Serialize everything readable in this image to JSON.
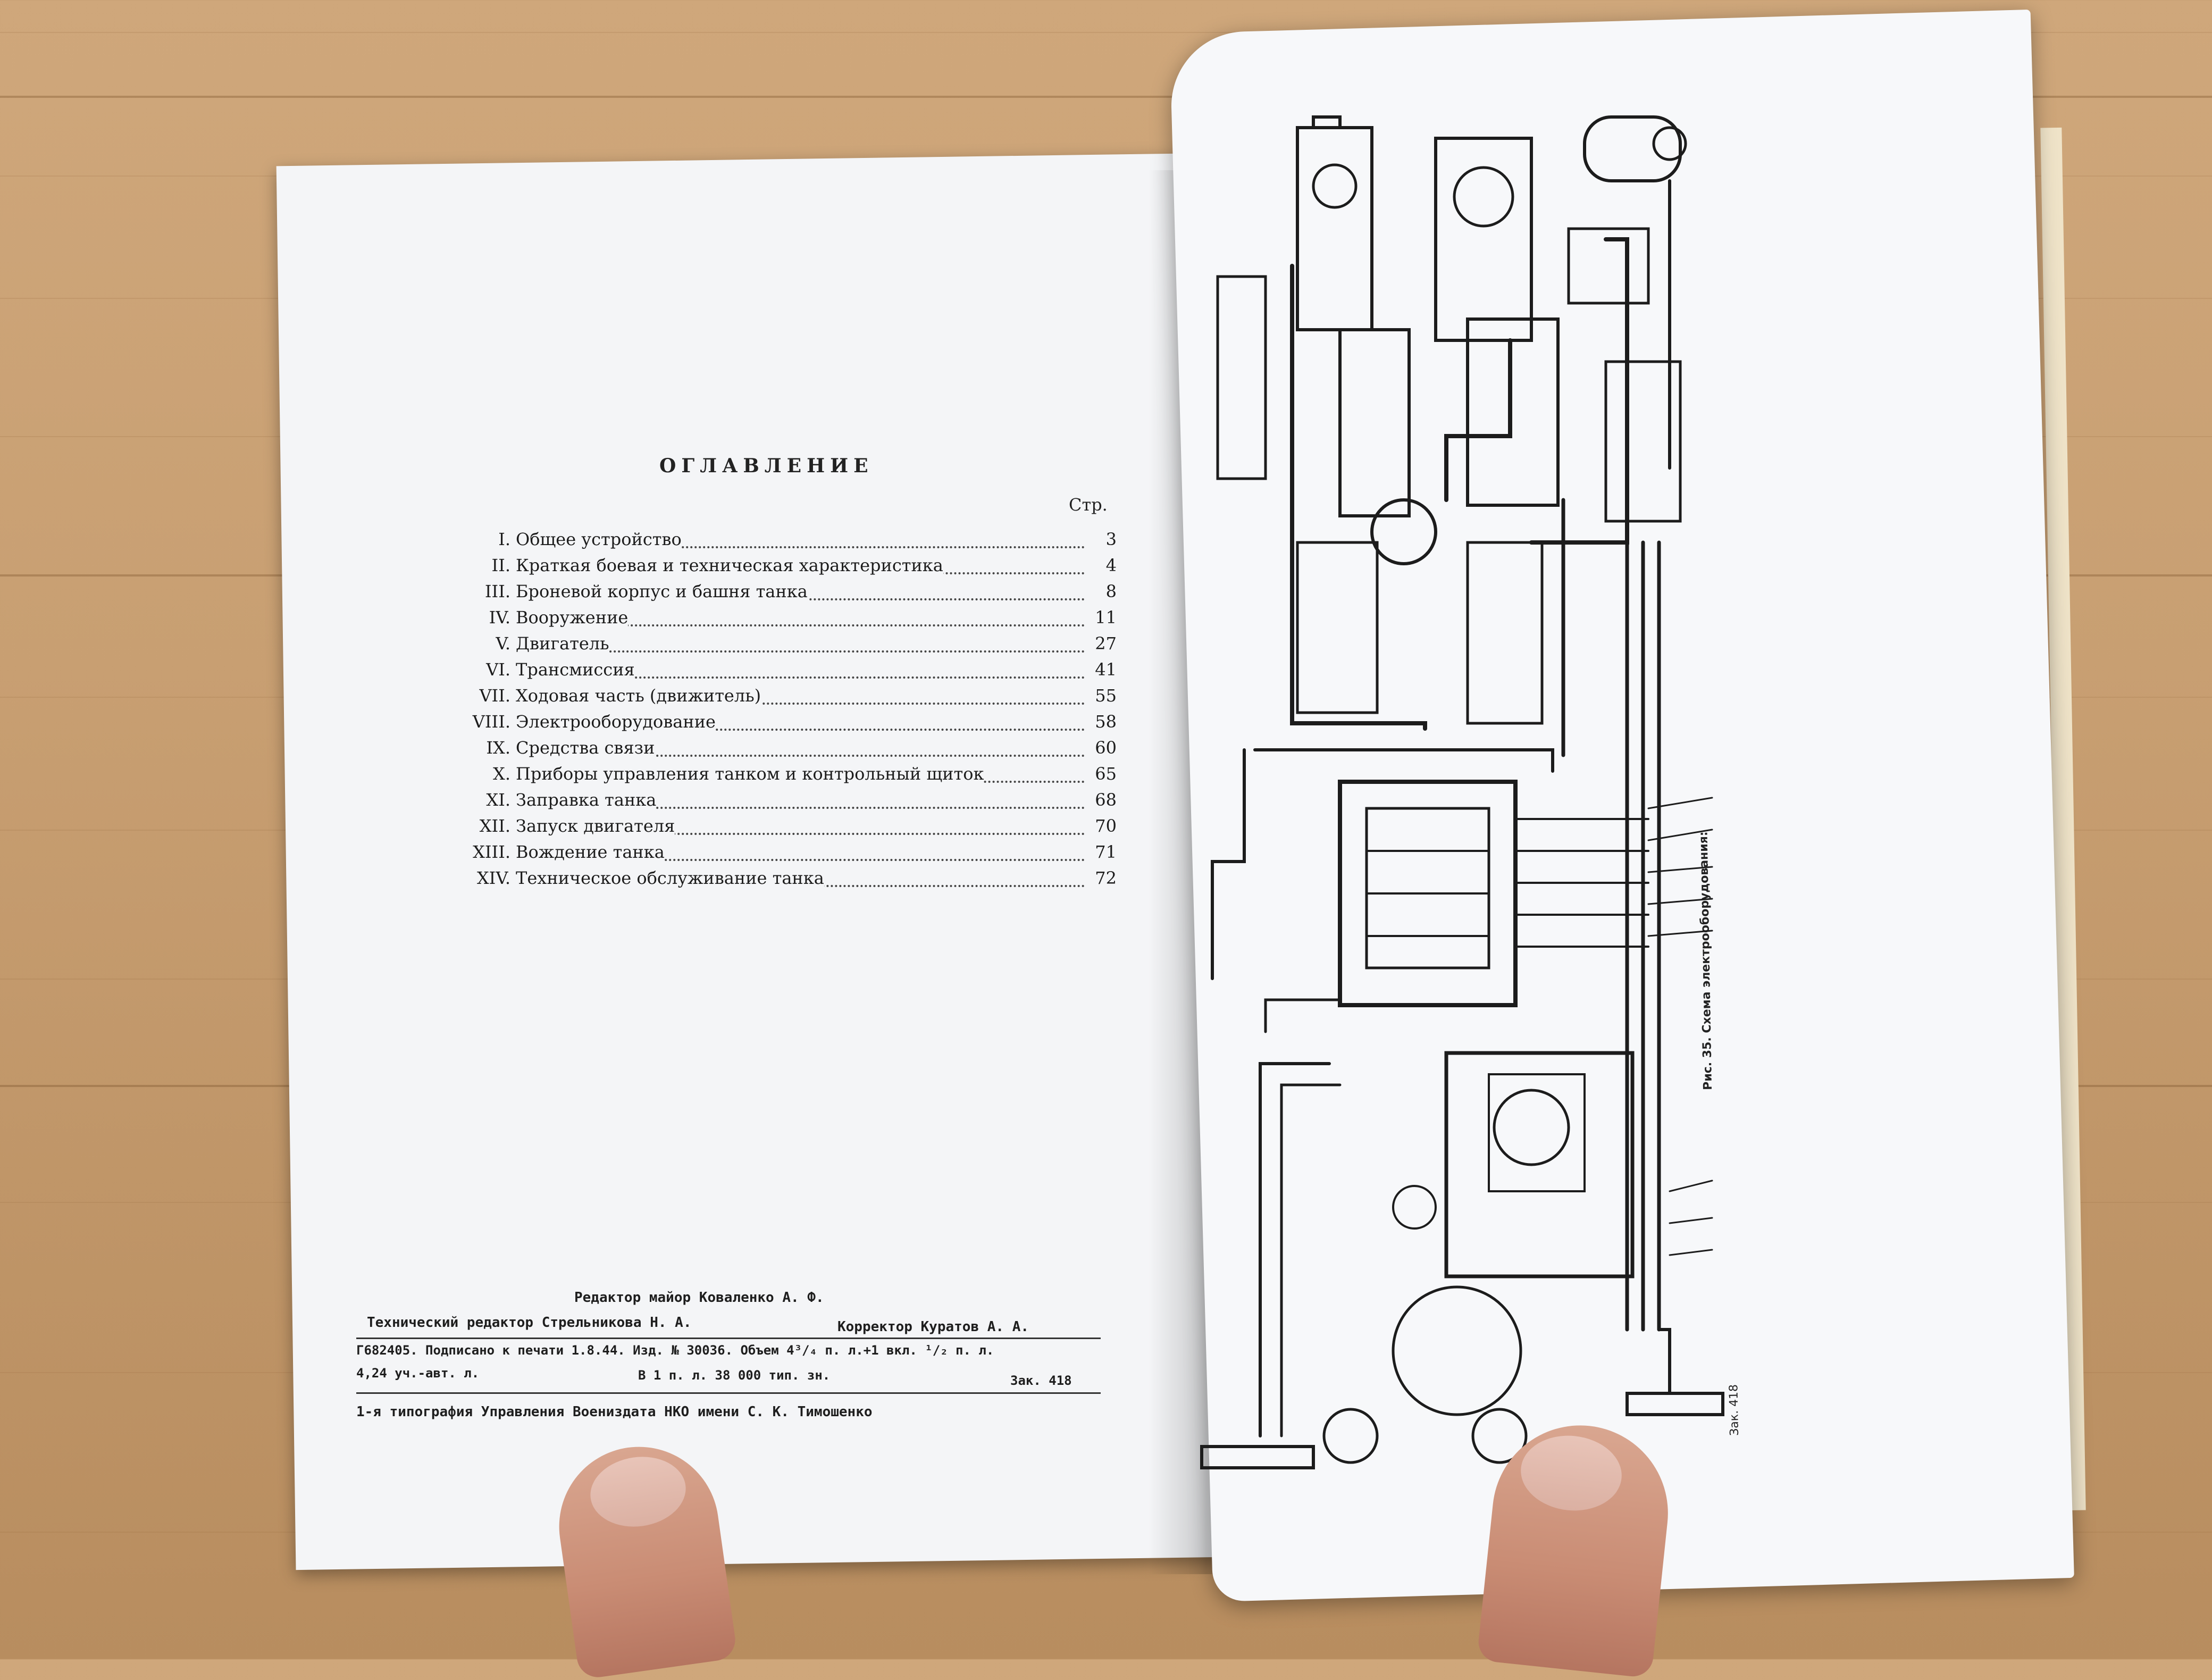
{
  "toc": {
    "title": "ОГЛАВЛЕНИЕ",
    "page_header": "Стр.",
    "items": [
      {
        "num": "I.",
        "label": "Общее устройство",
        "page": "3"
      },
      {
        "num": "II.",
        "label": "Краткая боевая и техническая характеристика",
        "page": "4"
      },
      {
        "num": "III.",
        "label": "Броневой корпус и башня танка",
        "page": "8"
      },
      {
        "num": "IV.",
        "label": "Вооружение",
        "page": "11"
      },
      {
        "num": "V.",
        "label": "Двигатель",
        "page": "27"
      },
      {
        "num": "VI.",
        "label": "Трансмиссия",
        "page": "41"
      },
      {
        "num": "VII.",
        "label": "Ходовая часть (движитель)",
        "page": "55"
      },
      {
        "num": "VIII.",
        "label": "Электрооборудование",
        "page": "58"
      },
      {
        "num": "IX.",
        "label": "Средства связи",
        "page": "60"
      },
      {
        "num": "X.",
        "label": "Приборы управления танком и контрольный щиток",
        "page": "65"
      },
      {
        "num": "XI.",
        "label": "Заправка танка",
        "page": "68"
      },
      {
        "num": "XII.",
        "label": "Запуск двигателя",
        "page": "70"
      },
      {
        "num": "XIII.",
        "label": "Вождение танка",
        "page": "71"
      },
      {
        "num": "XIV.",
        "label": "Техническое обслуживание танка",
        "page": "72"
      }
    ]
  },
  "imprint": {
    "editor": "Редактор майор Коваленко А. Ф.",
    "tech_editor": "Технический редактор Стрельникова Н. А.",
    "proofreader": "Корректор Куратов А. А.",
    "line1": "Г682405. Подписано к печати 1.8.44. Изд. № 30036. Объем 4³/₄ п. л.+1 вкл. ¹/₂ п. л.",
    "line2a": "4,24 уч.-авт. л.",
    "line2b": "В 1 п. л. 38 000 тип. зн.",
    "line2c": "Зак. 418",
    "printer": "1-я типография Управления Воениздата НКО имени С. К. Тимошенко"
  },
  "diagram": {
    "caption_fig": "Рис. 35. Схема электрооборудования:",
    "order_no": "Зак. 418"
  },
  "colors": {
    "wood": "#c89f72",
    "paper": "#f4f5f7",
    "ink": "#1c1c1c"
  }
}
